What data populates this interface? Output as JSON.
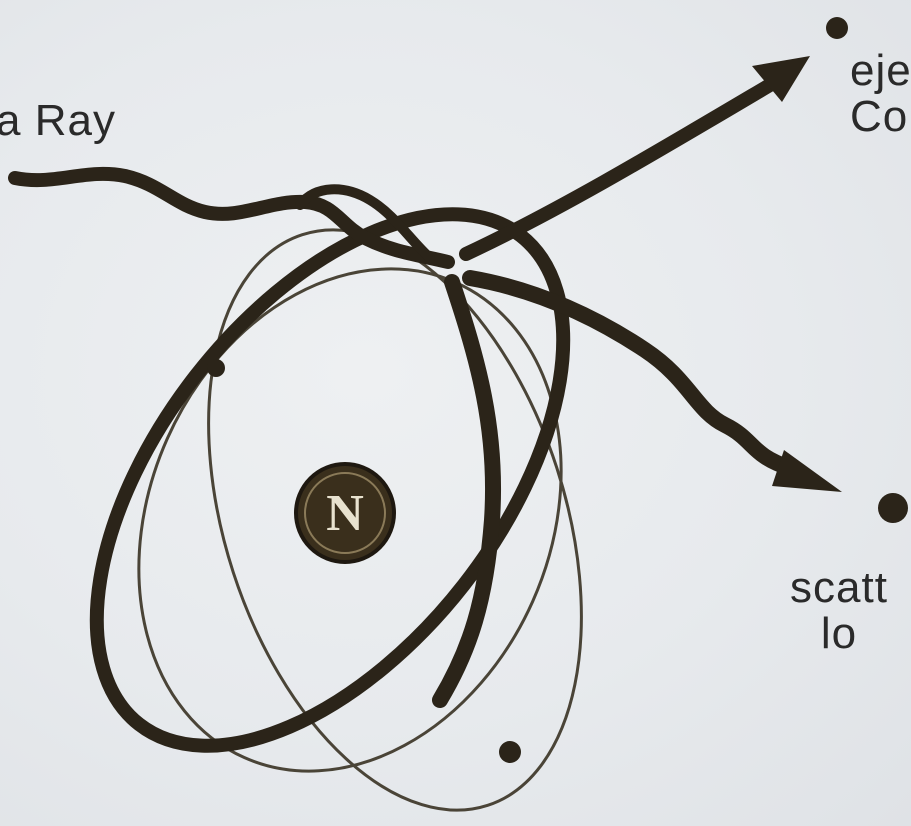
{
  "labels": {
    "gamma_ray": "a Ray",
    "ejected_line1": "eje",
    "ejected_line2": "Co",
    "scattered_line1": "scatt",
    "scattered_line2": "lo"
  },
  "nucleus": {
    "symbol": "N"
  },
  "colors": {
    "background": "#e9ecef",
    "ink": "#2b2419",
    "nucleus_fill": "#3a2f1c",
    "nucleus_text": "#e8e2cf",
    "orbit_line": "#4a4437"
  }
}
